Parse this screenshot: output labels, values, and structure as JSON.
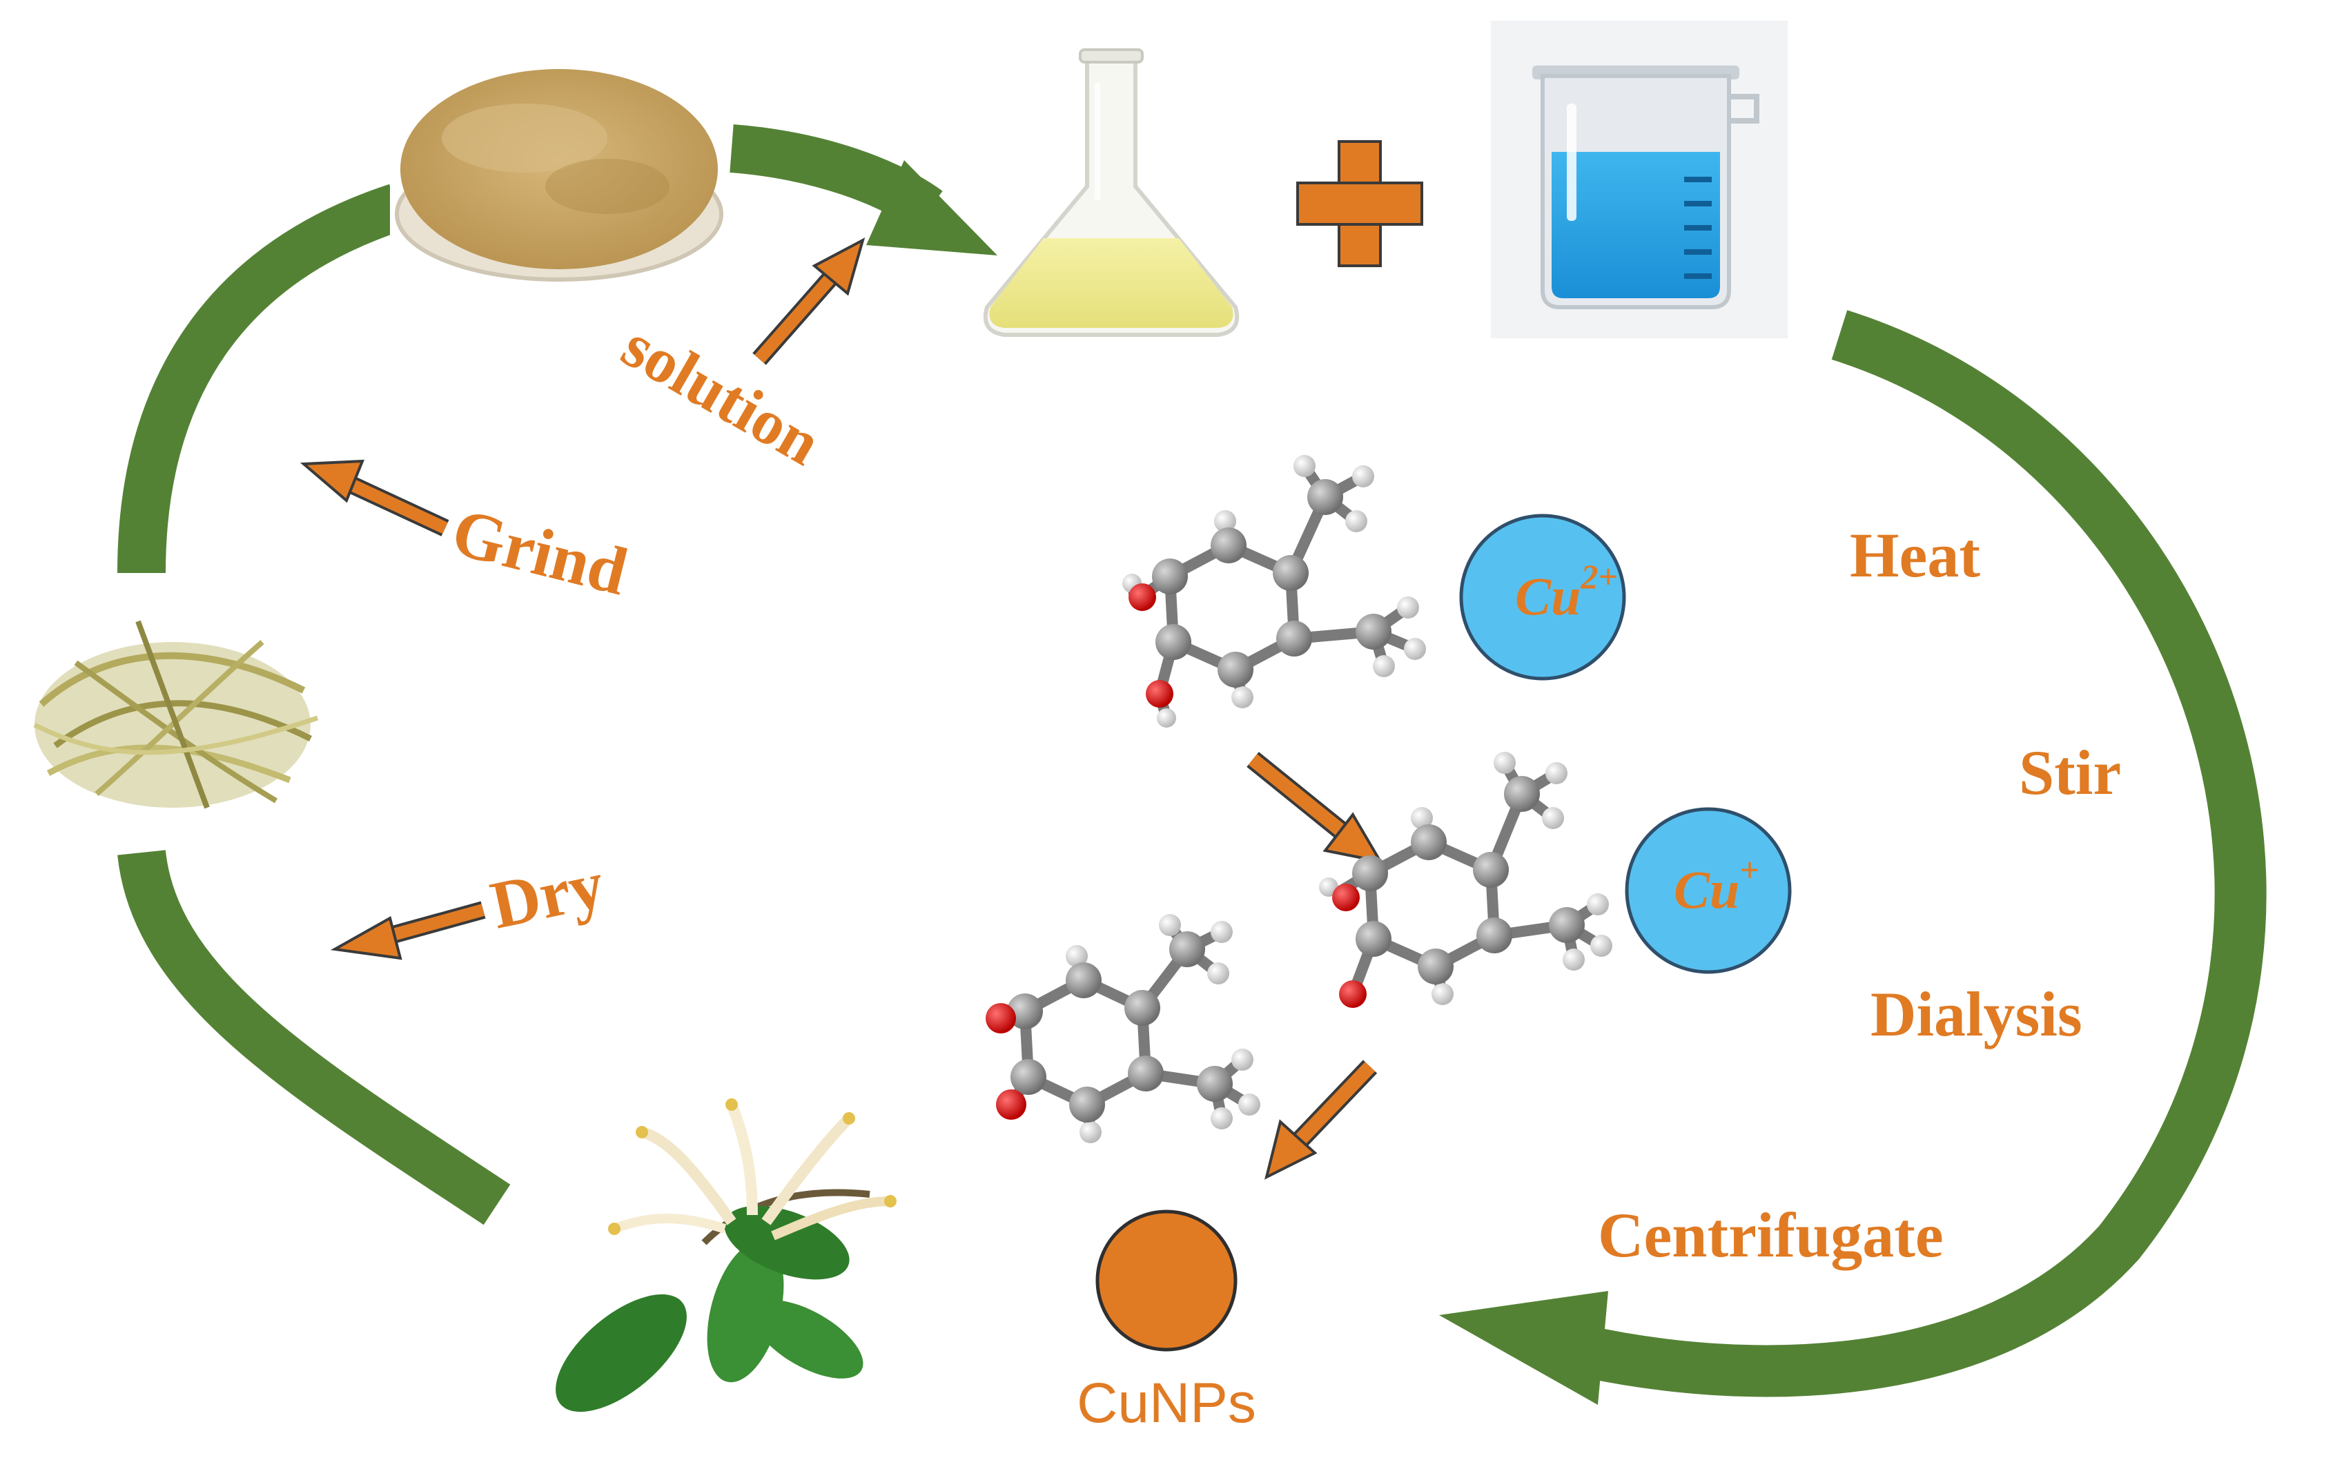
{
  "steps": {
    "solution": "solution",
    "grind": "Grind",
    "dry": "Dry"
  },
  "process_steps": [
    "Heat",
    "Stir",
    "Dialysis",
    "Centrifugate"
  ],
  "ions": {
    "cu2_base": "Cu",
    "cu2_sup": "2+",
    "cu1_base": "Cu",
    "cu1_sup": "+"
  },
  "product": "CuNPs",
  "colors": {
    "cycle_arrow": "#548235",
    "step_arrow": "#E07B24",
    "label": "#E07B24",
    "ion_fill": "#56C1F0",
    "nanoparticle": "#E07B24",
    "oxygen": "#E02020",
    "carbon": "#8A8A8A",
    "hydrogen": "#E6E6E6"
  },
  "icons": {
    "powder": "herbal-powder-dish",
    "herb": "dried-herb-pile",
    "flower": "honeysuckle-flower",
    "flask": "erlenmeyer-flask-icon",
    "beaker": "water-beaker-icon",
    "plus": "plus-icon"
  }
}
